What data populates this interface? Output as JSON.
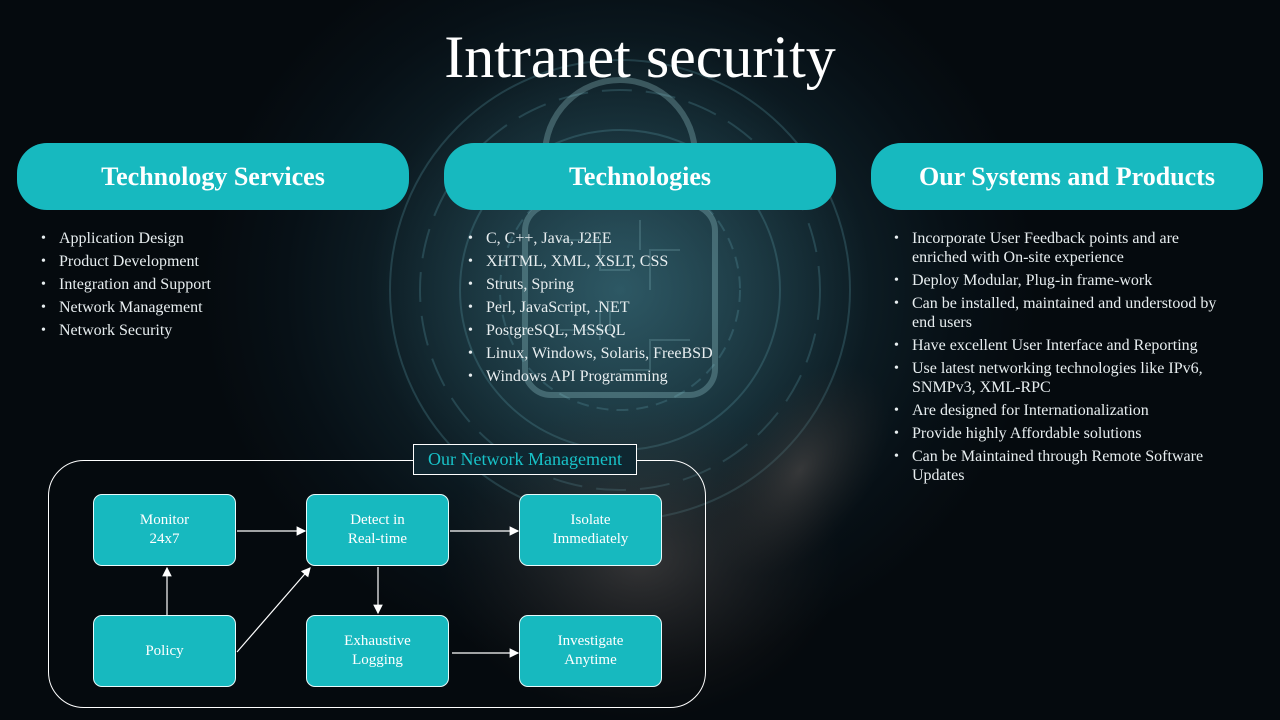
{
  "title": "Intranet security",
  "columns": [
    {
      "heading": "Technology Services",
      "items": [
        "Application Design",
        " Product Development",
        " Integration and Support",
        " Network Management",
        " Network Security"
      ]
    },
    {
      "heading": "Technologies",
      "items": [
        "C, C++, Java, J2EE",
        " XHTML, XML, XSLT, CSS",
        " Struts, Spring",
        " Perl, JavaScript, .NET",
        " PostgreSQL, MSSQL",
        " Linux, Windows, Solaris, FreeBSD",
        " Windows API Programming"
      ]
    },
    {
      "heading": "Our Systems and Products",
      "items": [
        "Incorporate User Feedback points and are enriched with On-site experience",
        " Deploy Modular, Plug-in frame-work",
        " Can be installed, maintained and understood by end users",
        " Have excellent User Interface and Reporting",
        " Use latest networking technologies like IPv6,  SNMPv3, XML-RPC",
        " Are designed for Internationalization",
        " Provide highly Affordable solutions",
        " Can be Maintained through Remote Software Updates"
      ]
    }
  ],
  "diagram": {
    "label": "Our Network Management",
    "nodes": {
      "monitor": "Monitor\n24x7",
      "detect": "Detect in\nReal-time",
      "isolate": "Isolate\nImmediately",
      "policy": "Policy",
      "logging": "Exhaustive\nLogging",
      "investigate": "Investigate\nAnytime"
    }
  },
  "colors": {
    "accent": "#17b9bf",
    "background": "#071016",
    "text": "#ffffff"
  }
}
